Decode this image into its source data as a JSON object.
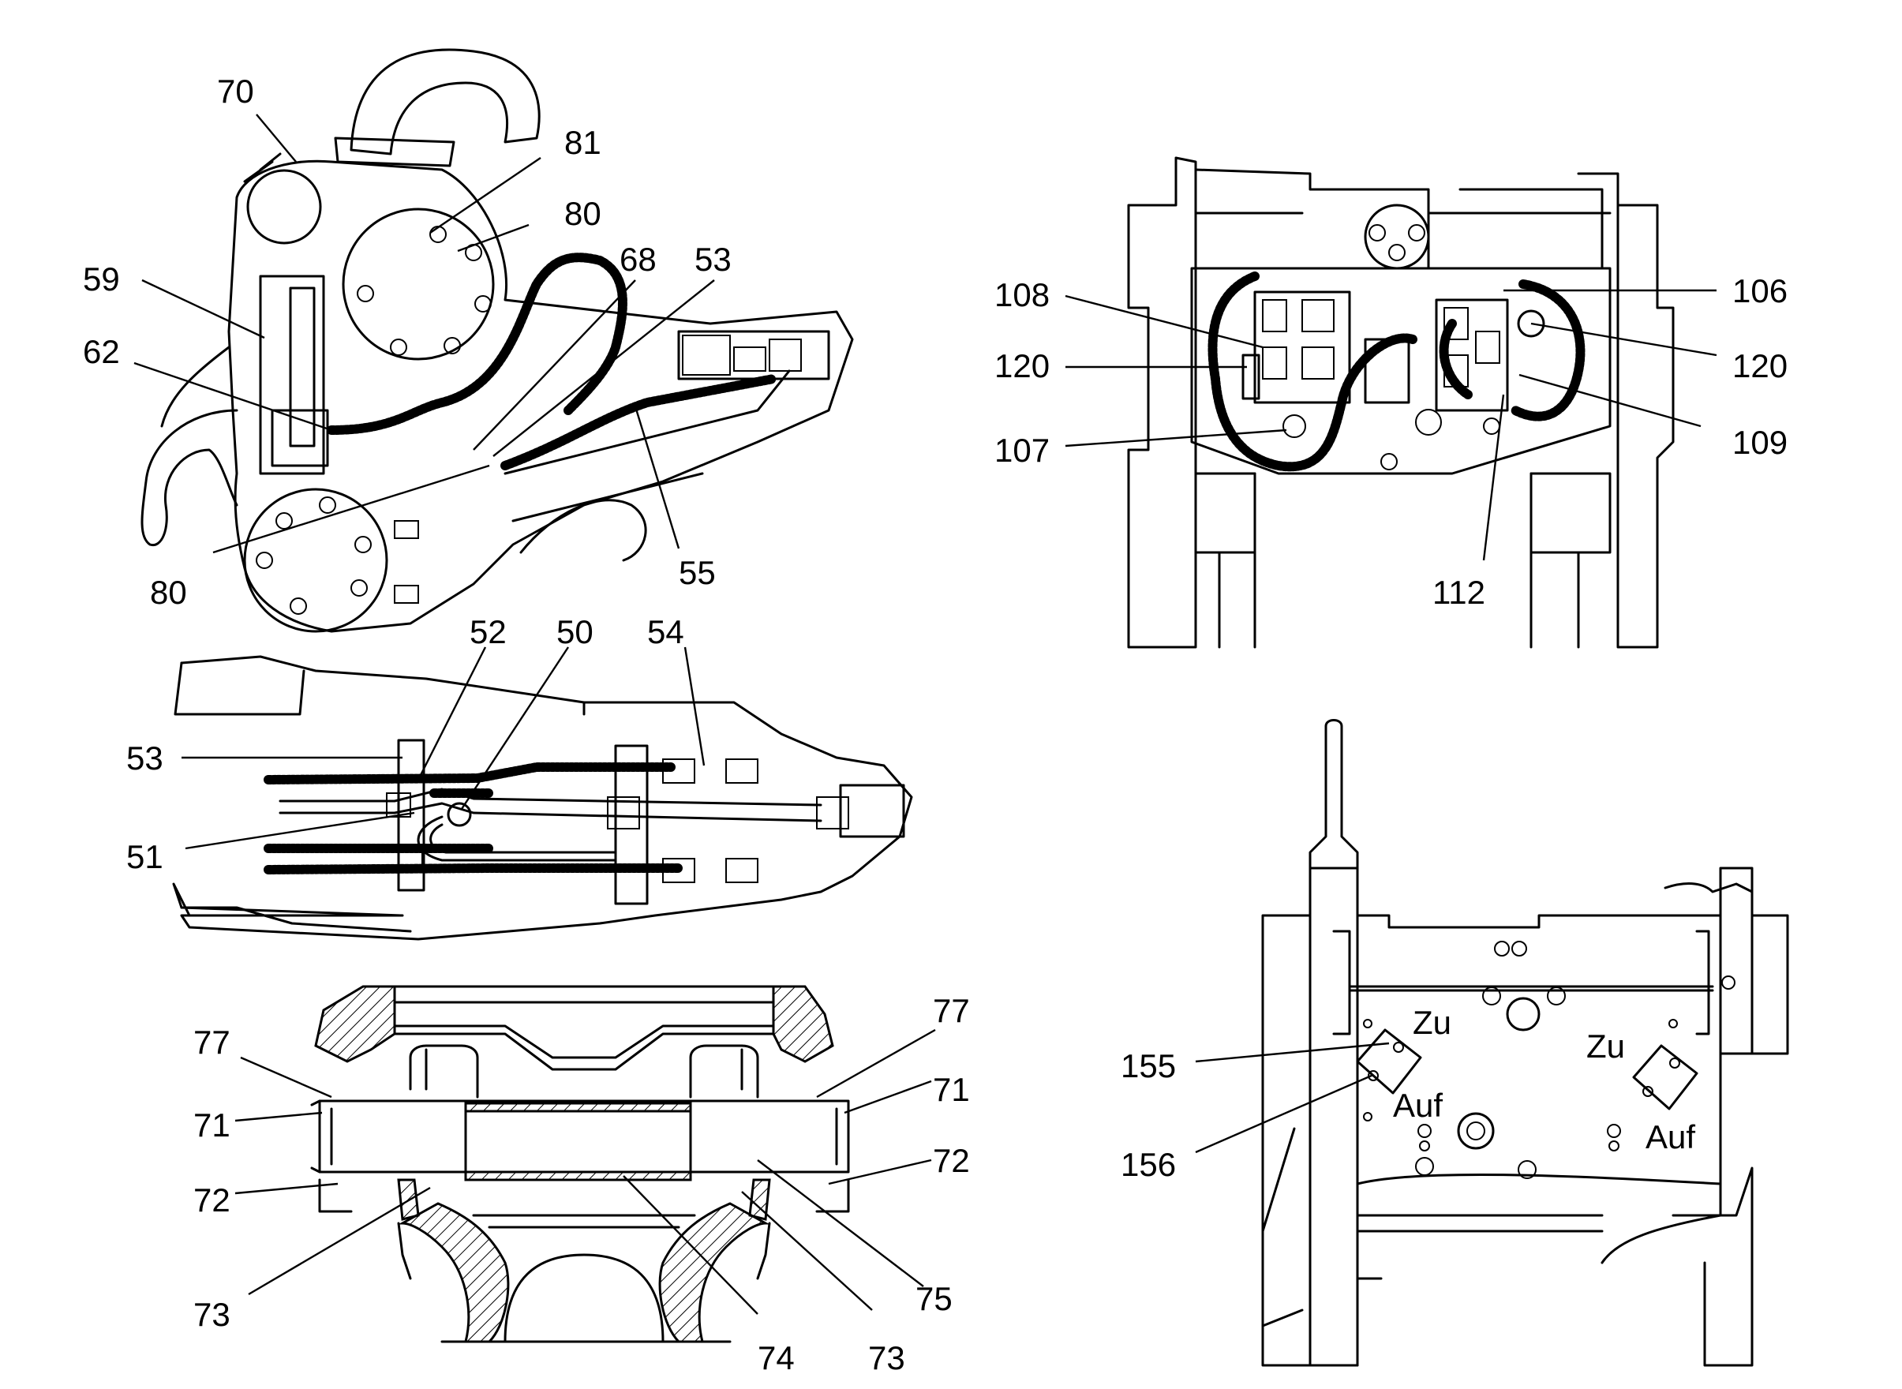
{
  "callouts": {
    "top_left": [
      "70",
      "81",
      "80",
      "59",
      "68",
      "53",
      "62",
      "80",
      "55"
    ],
    "middle_left": [
      "52",
      "50",
      "54",
      "53",
      "51"
    ],
    "bottom_left": [
      "77",
      "77",
      "71",
      "71",
      "72",
      "72",
      "73",
      "73",
      "74",
      "75"
    ],
    "top_right": [
      "108",
      "106",
      "120",
      "120",
      "107",
      "109",
      "112"
    ],
    "bottom_right": [
      "155",
      "156"
    ]
  },
  "plate_labels": {
    "close_left": "Zu",
    "open_left": "Auf",
    "close_right": "Zu",
    "open_right": "Auf"
  }
}
